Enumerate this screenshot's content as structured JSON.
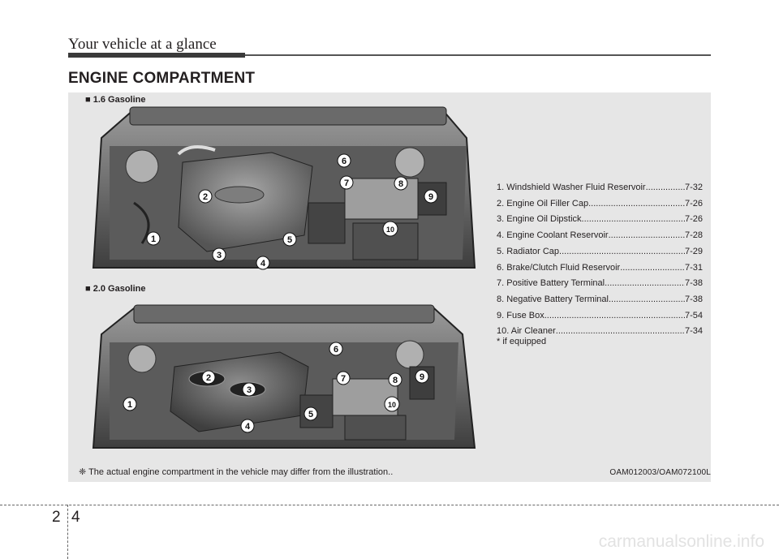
{
  "header": {
    "title": "Your vehicle at a glance"
  },
  "section": {
    "title": "ENGINE COMPARTMENT"
  },
  "variants": [
    {
      "label": "■ 1.6 Gasoline"
    },
    {
      "label": "■ 2.0 Gasoline"
    }
  ],
  "callout_numbers": [
    "1",
    "2",
    "3",
    "4",
    "5",
    "6",
    "7",
    "8",
    "9",
    "10"
  ],
  "parts": [
    {
      "name": "1. Windshield Washer Fluid Reservoir",
      "page": "7-32"
    },
    {
      "name": "2. Engine Oil Filler Cap",
      "page": "7-26"
    },
    {
      "name": "3. Engine Oil Dipstick",
      "page": "7-26"
    },
    {
      "name": "4. Engine Coolant Reservoir",
      "page": "7-28"
    },
    {
      "name": "5. Radiator Cap",
      "page": "7-29"
    },
    {
      "name": "6. Brake/Clutch Fluid Reservoir",
      "page": "7-31"
    },
    {
      "name": "7. Positive Battery Terminal",
      "page": "7-38"
    },
    {
      "name": "8. Negative Battery Terminal",
      "page": "7-38"
    },
    {
      "name": "9. Fuse Box",
      "page": "7-54"
    },
    {
      "name": "10. Air Cleaner",
      "page": "7-34"
    }
  ],
  "footnote": "* if equipped",
  "note": "❈ The actual engine compartment in the vehicle may differ from the illustration..",
  "image_code": "OAM012003/OAM072100L",
  "page": {
    "chapter": "2",
    "number": "4"
  },
  "watermark": "carmanualsonline.info",
  "colors": {
    "panel": "#e6e6e6",
    "header_bar": "#3a3a3a",
    "engine_dark": "#4a4a4a",
    "engine_mid": "#8a8a8a"
  }
}
